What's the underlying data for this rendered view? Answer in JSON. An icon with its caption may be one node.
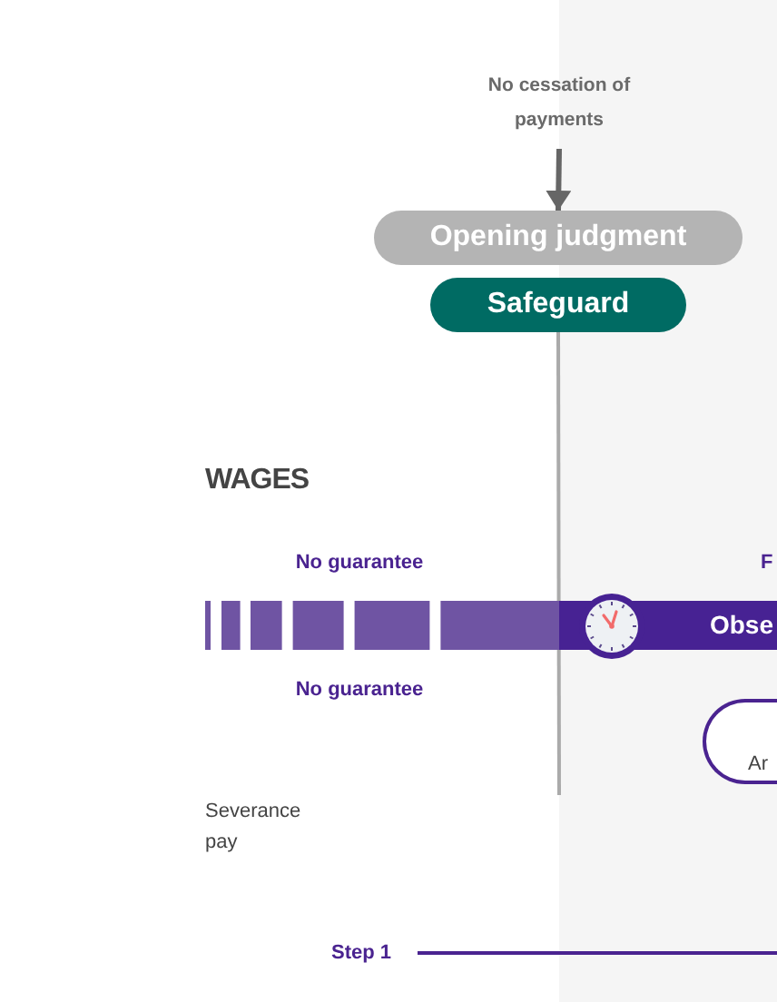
{
  "diagram": {
    "nodes": [
      {
        "text": [
          "No cessation of payments"
        ]
      },
      {
        "text": [
          "Opening judgment"
        ]
      },
      {
        "text": [
          "Safeguard"
        ]
      },
      {
        "text": [],
        "shape": "bar"
      },
      {
        "text": [
          "Obse"
        ]
      },
      {
        "text": [
          "Ar"
        ]
      },
      {
        "text": [
          "Step 1"
        ]
      }
    ],
    "edges": [
      {
        "from": 0,
        "to": 1,
        "arrow": "to",
        "color": "#666666"
      },
      {
        "from": 2,
        "to": null,
        "arrow": "none",
        "color": "#aaaaaa"
      },
      {
        "from": 6,
        "to": null,
        "arrow": "none",
        "color": "#4a2390"
      }
    ],
    "labels": [
      "WAGES",
      "No guarantee",
      "F",
      "No guarantee",
      "Severance pay"
    ]
  }
}
